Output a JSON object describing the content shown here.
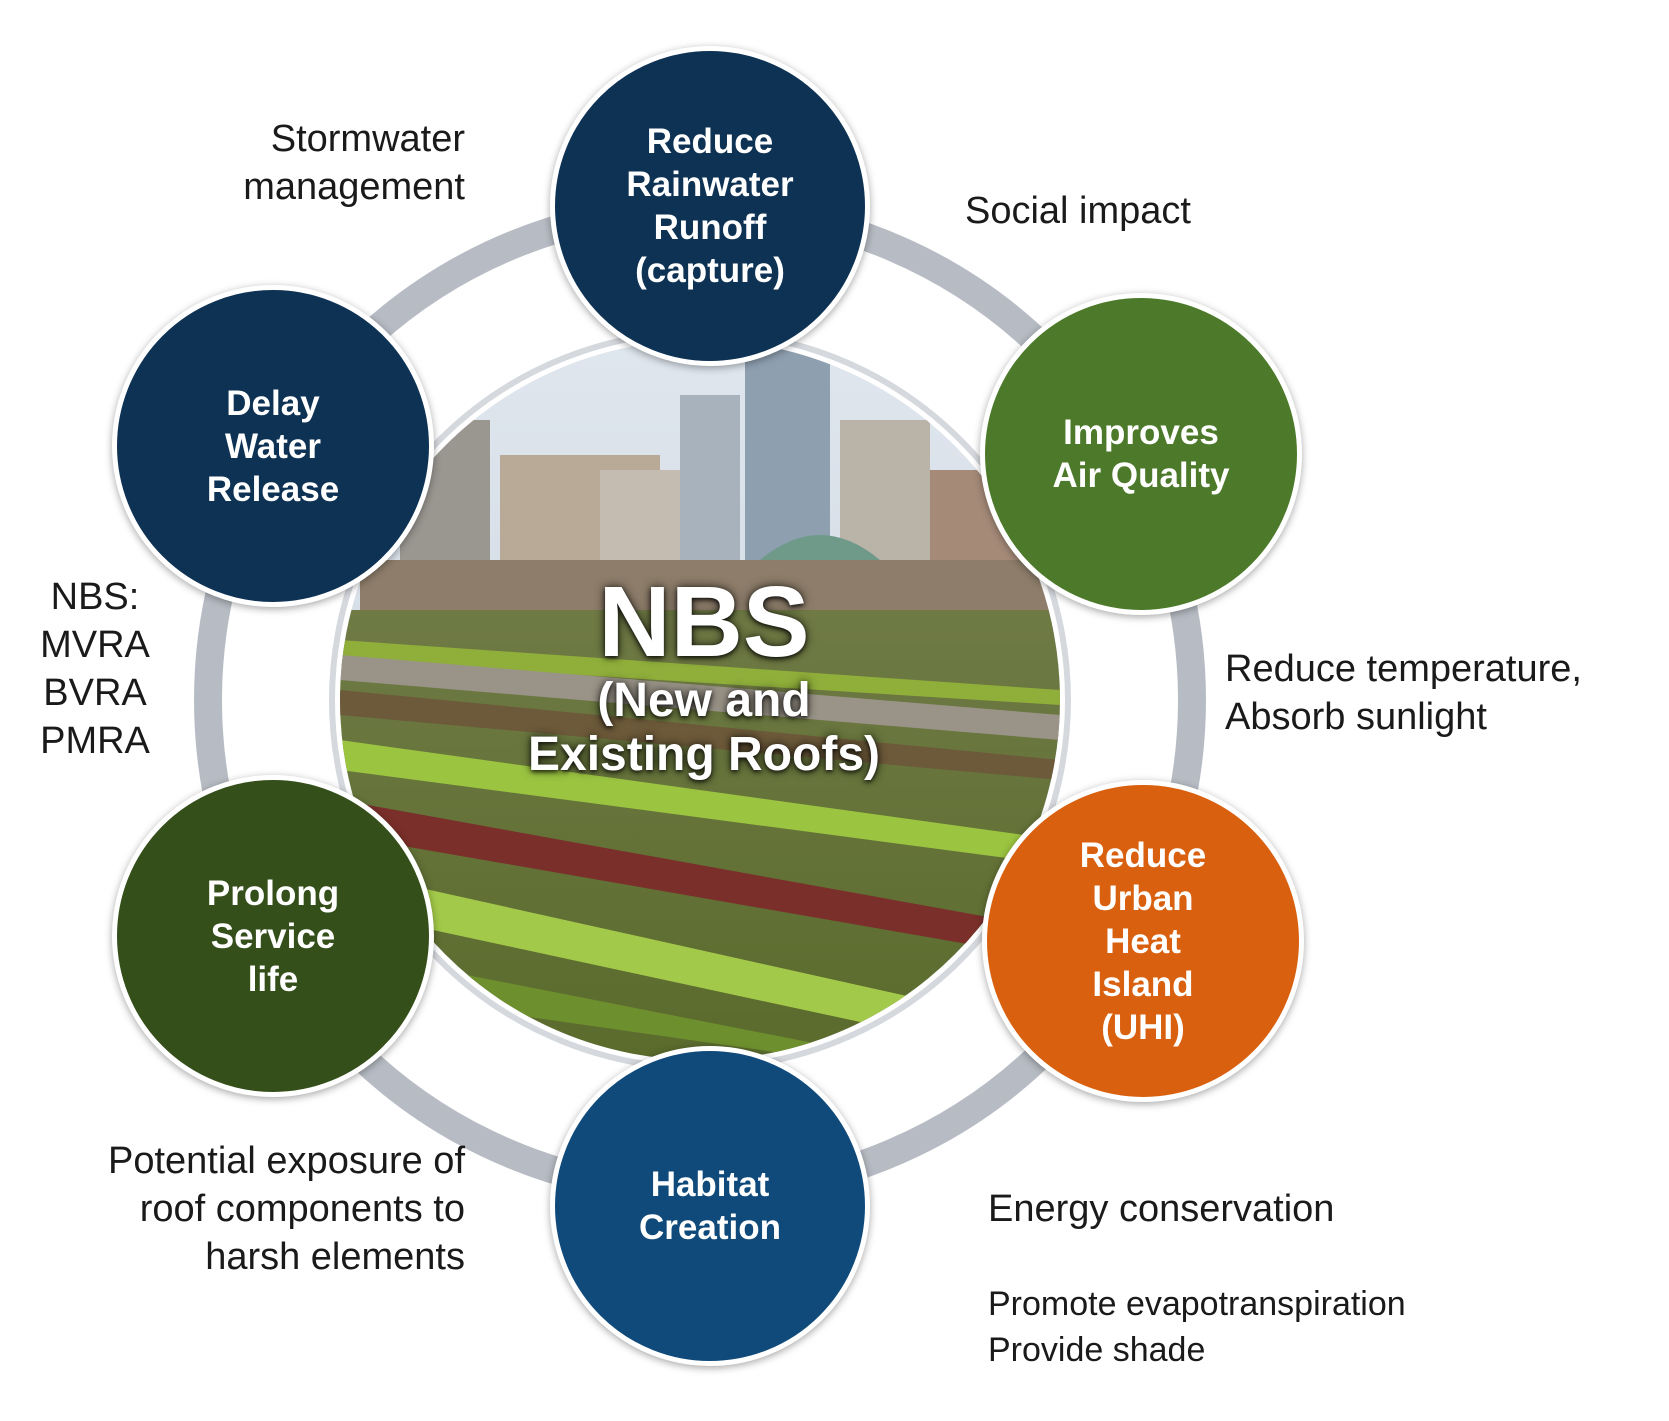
{
  "center": {
    "title": "NBS",
    "subtitle": "(New and\nExisting Roofs)"
  },
  "nodes": {
    "top": {
      "label": "Reduce\nRainwater\nRunoff\n(capture)",
      "color": "#0e3254"
    },
    "upper_right": {
      "label": "Improves\nAir Quality",
      "color": "#4d7a2a"
    },
    "lower_right": {
      "label": "Reduce\nUrban\nHeat\nIsland\n(UHI)",
      "color": "#d9600e"
    },
    "bottom": {
      "label": "Habitat\nCreation",
      "color": "#0f4a7a"
    },
    "lower_left": {
      "label": "Prolong\nService\nlife",
      "color": "#354f1b"
    },
    "upper_left": {
      "label": "Delay\nWater\nRelease",
      "color": "#0e3254"
    }
  },
  "notes": {
    "stormwater": "Stormwater\nmanagement",
    "social": "Social impact",
    "temperature": "Reduce temperature,\nAbsorb sunlight",
    "energy_title": "Energy conservation",
    "energy_detail": "Promote evapotranspiration\nProvide shade",
    "exposure": "Potential exposure of\nroof components to\nharsh elements",
    "nbs_list": "NBS:\nMVRA\nBVRA\nPMRA"
  },
  "colors": {
    "ring": "#b7bcc4"
  }
}
